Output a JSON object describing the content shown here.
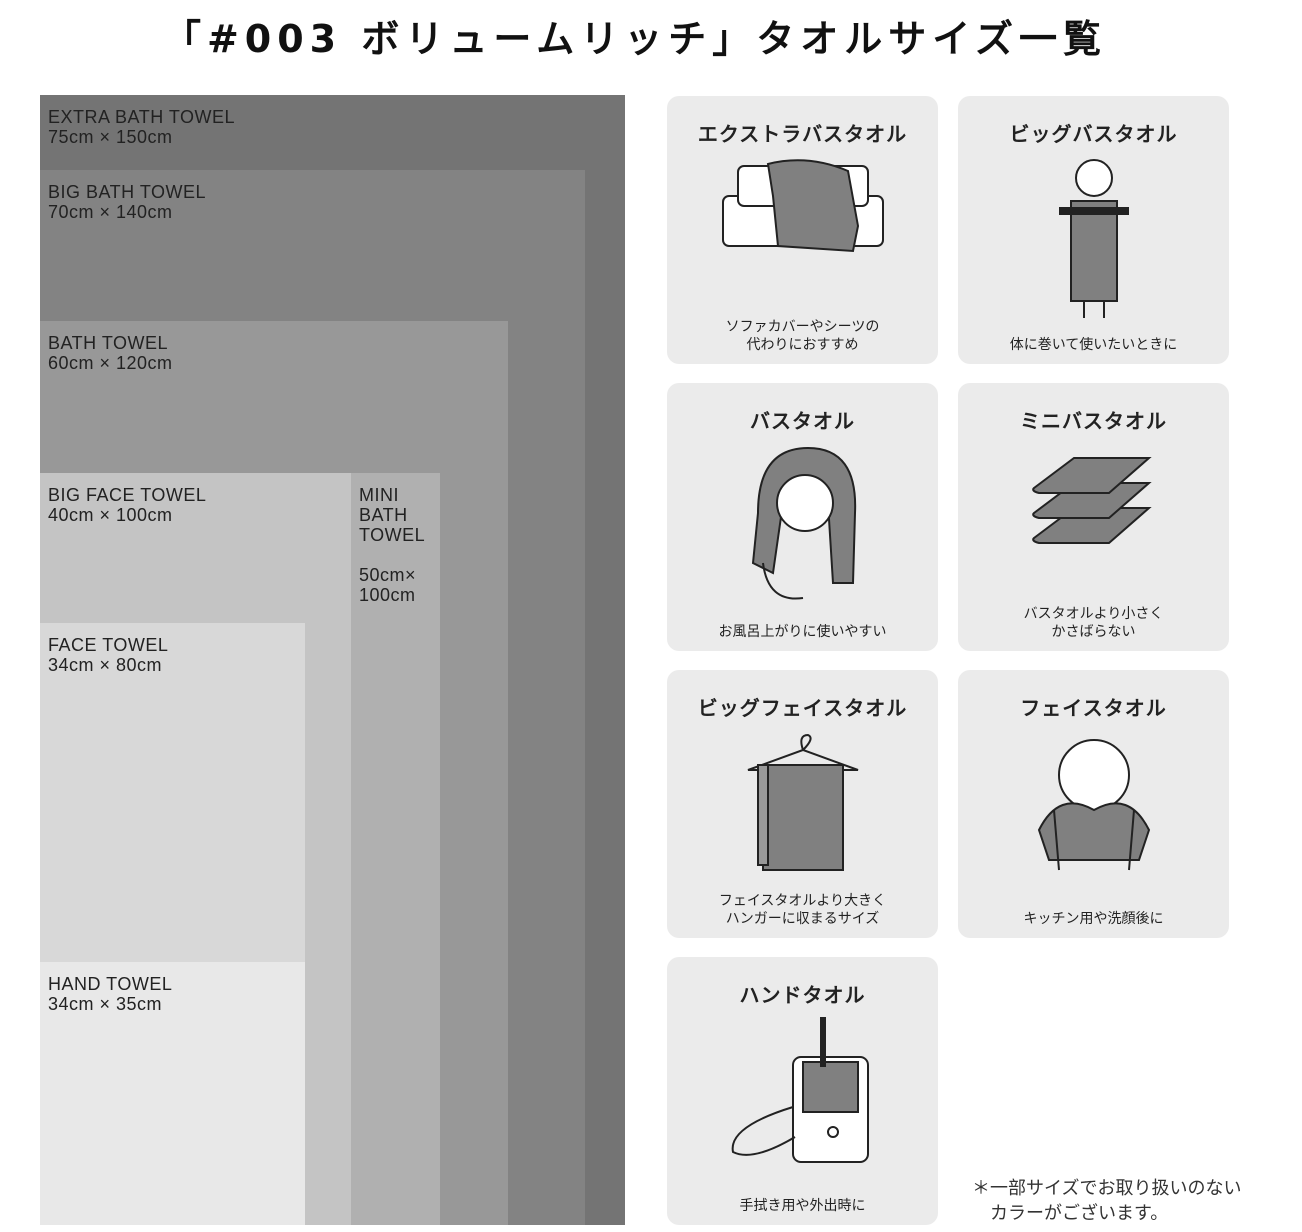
{
  "title": "「#003 ボリュームリッチ」タオルサイズ一覧",
  "sizes": [
    {
      "name": "EXTRA BATH TOWEL",
      "dims": "75cm × 150cm",
      "color": "#747474"
    },
    {
      "name": "BIG BATH TOWEL",
      "dims": "70cm × 140cm",
      "color": "#838383"
    },
    {
      "name": "BATH TOWEL",
      "dims": "60cm × 120cm",
      "color": "#989898"
    },
    {
      "name": "MINI BATH TOWEL",
      "name_lines": [
        "MINI",
        "BATH",
        "TOWEL"
      ],
      "dims_lines": [
        "50cm×",
        "100cm"
      ],
      "color": "#b0b0b0"
    },
    {
      "name": "BIG FACE TOWEL",
      "dims": "40cm × 100cm",
      "color": "#c4c4c4"
    },
    {
      "name": "FACE TOWEL",
      "dims": "34cm × 80cm",
      "color": "#d8d8d8"
    },
    {
      "name": "HAND TOWEL",
      "dims": "34cm × 35cm",
      "color": "#e8e8e8"
    }
  ],
  "cards": [
    {
      "title": "エクストラバスタオル",
      "desc": [
        "ソファカバーやシーツの",
        "代わりにおすすめ"
      ],
      "icon": "sofa-icon"
    },
    {
      "title": "ビッグバスタオル",
      "desc": [
        "体に巻いて使いたいときに"
      ],
      "icon": "wrapped-person-icon"
    },
    {
      "title": "バスタオル",
      "desc": [
        "お風呂上がりに使いやすい"
      ],
      "icon": "hair-drying-person-icon"
    },
    {
      "title": "ミニバスタオル",
      "desc": [
        "バスタオルより小さく",
        "かさばらない"
      ],
      "icon": "folded-towels-icon"
    },
    {
      "title": "ビッグフェイスタオル",
      "desc": [
        "フェイスタオルより大きく",
        "ハンガーに収まるサイズ"
      ],
      "icon": "hanger-towel-icon"
    },
    {
      "title": "フェイスタオル",
      "desc": [
        "キッチン用や洗顔後に"
      ],
      "icon": "face-wiping-person-icon"
    },
    {
      "title": "ハンドタオル",
      "desc": [
        "手拭き用や外出時に"
      ],
      "icon": "bag-towel-icon"
    }
  ],
  "note": [
    "＊一部サイズでお取り扱いのない",
    "　カラーがございます。"
  ]
}
